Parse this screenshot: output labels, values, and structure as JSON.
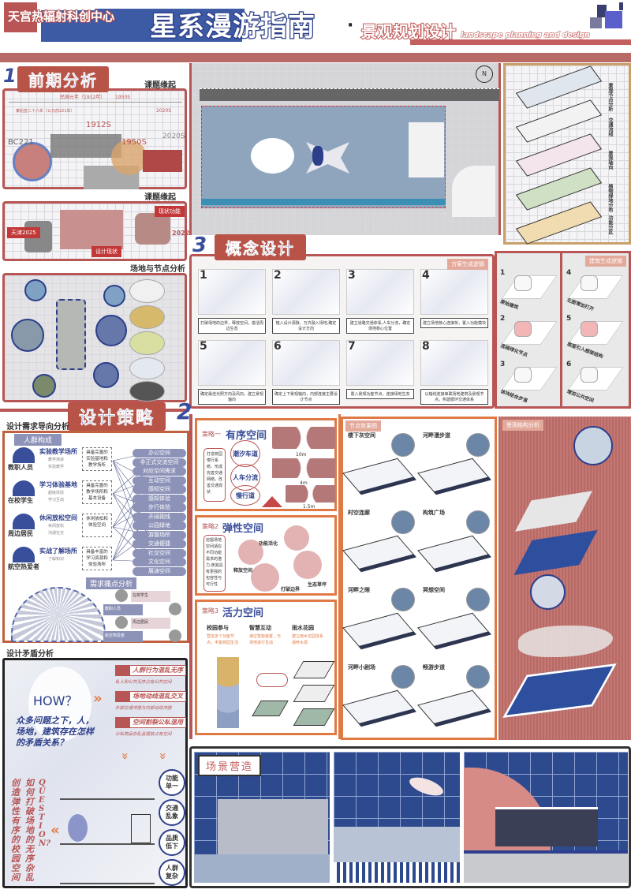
{
  "header": {
    "org": "天宫热辐射科创中心",
    "title": "星系漫游指南",
    "subtitle": "景观规划设计",
    "subtitle_en": "landscape planning and design",
    "dot": "·"
  },
  "colors": {
    "brand_red": "#b85348",
    "brand_blue": "#3a4f9c",
    "orange": "#e07a45",
    "pink": "#e3a99a"
  },
  "section1": {
    "num": "1",
    "title": "前期分析",
    "topic1": "课题缘起",
    "topic2": "课题缘起",
    "site": "场地与节点分析",
    "timeline": [
      "民国元年（1912年）",
      "1950S",
      "秦始皇二十六年（公元前221年）",
      "2020S"
    ],
    "years": [
      "1912S",
      "1950S",
      "2020S",
      "BC221"
    ],
    "history2": [
      "天津2025",
      "设计现状",
      "现状功能",
      "2022"
    ]
  },
  "site_plan": {
    "compass": "N"
  },
  "section3": {
    "num": "3",
    "title": "概念设计",
    "logic_tag": "方案生成逻辑",
    "build_tag": "建筑生成逻辑",
    "steps": [
      {
        "n": "1",
        "cap": "打破场地的边界，释放空间，激活周边生态"
      },
      {
        "n": "2",
        "cap": "植入设计源脉，万卉融入场地,确定设计方向"
      },
      {
        "n": "3",
        "cap": "建立道路交通体系,人车分流，确定场地核心位置"
      },
      {
        "n": "4",
        "cap": "建立场地核心连接桥，置入功能模块"
      },
      {
        "n": "5",
        "cap": "确定最佳光照方向及风向，建立景观轴向"
      },
      {
        "n": "6",
        "cap": "确定上下景观轴向，内部连接主要设计节点"
      },
      {
        "n": "7",
        "cap": "置入景观功能节点，连接场地生态"
      },
      {
        "n": "8",
        "cap": "以轴线连接串联场地建筑及景观节点，构建循环交通体系"
      }
    ],
    "build_steps": [
      {
        "n": "1",
        "cap": "原始建筑"
      },
      {
        "n": "2",
        "cap": "连接绿化节点"
      },
      {
        "n": "3",
        "cap": "体块结合步道"
      },
      {
        "n": "4",
        "cap": "北面增加打开"
      },
      {
        "n": "5",
        "cap": "底层引入框架结构"
      },
      {
        "n": "6",
        "cap": "增加公共空间"
      }
    ],
    "layers": [
      "景观节点分析",
      "交通流线",
      "景观轴向",
      "植物绿地分布",
      "功能分区"
    ]
  },
  "section2": {
    "num": "2",
    "title": "设计策略",
    "demand": "设计需求导向分析",
    "crowd": "人群构成",
    "pain": "需求痛点分析",
    "conflict": "设计矛盾分析",
    "groups": [
      {
        "who": "教职人员",
        "need": "实验教学场所",
        "sub": [
          "教学演讲",
          "实验教学"
        ],
        "req": "具备完善的实验基地和教学场所"
      },
      {
        "who": "在校学生",
        "need": "学习体验基地",
        "sub": [
          "超级体验",
          "学习互动"
        ],
        "req": "具备完善的教学场所和基本设备"
      },
      {
        "who": "周边居民",
        "need": "休闲放松空间",
        "sub": [
          "休闲放松",
          "沟通社交"
        ],
        "req": "休闲放松和体验空间"
      },
      {
        "who": "航空热爱者",
        "need": "实战了解场所",
        "sub": [
          "了解知识"
        ],
        "req": "具备丰富的学习资源和体验场所"
      }
    ],
    "spaces": [
      "办公空间",
      "非正式交流空间",
      "对应空间需求",
      "互动空间",
      "感知空间",
      "感知体验",
      "步行体验",
      "开阔视线",
      "公园绿地",
      "游憩场所",
      "交通便捷",
      "社交空间",
      "文化空间",
      "展演空间"
    ],
    "pains": [
      "在校学生",
      "教职人员",
      "周边居民",
      "航空热爱者"
    ],
    "how": "HOW？",
    "question": "众多问题之下，人，场地，建筑存在怎样的矛盾关系？",
    "problems": [
      {
        "t": "人群行为混乱无序",
        "d": "私人和公共无序占有公共空间"
      },
      {
        "t": "场地动线混乱交叉",
        "d": "外部交通冲撞与内部动线冲撞"
      },
      {
        "t": "空间割裂公私混用",
        "d": "公私物品杂乱且摆放占有空间"
      }
    ],
    "issues": [
      "功能单一",
      "交通乱象",
      "品质低下",
      "人群复杂"
    ],
    "q_word": "QUESTION?",
    "q_text1": "如何打破场地的无序杂乱",
    "q_text2": "创造弹性有序的校园空间"
  },
  "strategies": [
    {
      "tag": "策略一",
      "title": "有序空间",
      "desc": "打造校园慢行系统，形成完善交通网络，改善交通现状",
      "pills": [
        "潮汐车道",
        "人车分流",
        "慢行道"
      ],
      "dims": [
        "10m",
        "4m",
        "1.5m"
      ]
    },
    {
      "tag": "策略2",
      "title": "弹性空间",
      "desc": "挖掘场地空间适应不同功能需求的潜力,使其具有更强的包容性与可行性",
      "items": [
        "功能活化",
        "释放空间",
        "打破边界",
        "生态草坪"
      ]
    },
    {
      "tag": "策略3",
      "title": "活力空间",
      "cols": [
        {
          "t": "校园参与",
          "d": "营造多个功能节点，丰富校园生活"
        },
        {
          "t": "智慧互动",
          "d": "通过智能装置，与场地进行互动"
        },
        {
          "t": "雨水花园",
          "d": "建立雨水花园体系涵养水源"
        }
      ]
    }
  ],
  "nodes": {
    "tag": "节点效果图",
    "items": [
      "楼下灰空间",
      "河畔漫步道",
      "时空连廊",
      "构筑广场",
      "河畔之眼",
      "冥想空间",
      "河畔小剧场",
      "畅游步道"
    ]
  },
  "structure": {
    "tag": "景观结构分析"
  },
  "scene": {
    "title": "场景营造"
  }
}
